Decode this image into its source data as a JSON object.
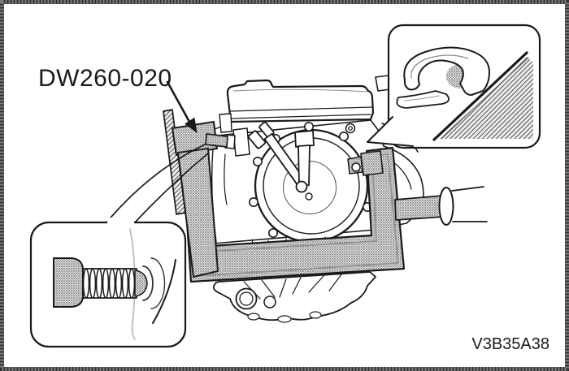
{
  "figure": {
    "tool_label": "DW260-020",
    "figure_code": "V3B35A38"
  },
  "colors": {
    "line": "#1a1a1a",
    "background": "#ffffff",
    "shading_dots": "#4a4a4a",
    "border": "#333333"
  },
  "icons": {
    "label_pointer": "arrow-down-right-icon",
    "top_right_callout": "hook-engagement-detail",
    "bottom_left_callout": "bolt-thread-detail"
  }
}
